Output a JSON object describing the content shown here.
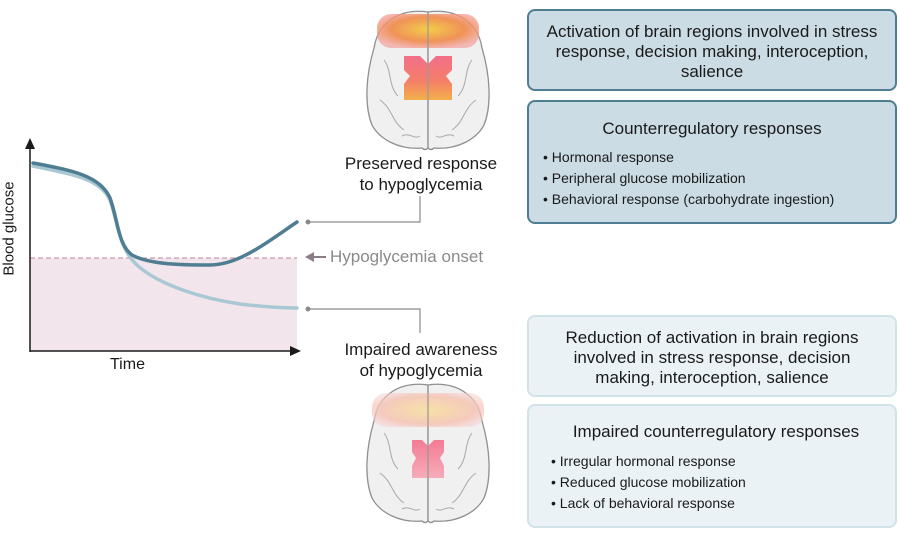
{
  "graph": {
    "y_label": "Blood glucose",
    "x_label": "Time",
    "threshold_label": "Hypoglycemia onset",
    "colors": {
      "preserved_curve": "#4f7d92",
      "impaired_curve": "#a9c8d3",
      "threshold_line": "#c79aae",
      "hypo_zone": "#f2e6ec",
      "threshold_text": "#8a8a8a"
    }
  },
  "preserved": {
    "label_line1": "Preserved response",
    "label_line2": "to hypoglycemia",
    "activation_box": "Activation of brain regions involved in stress response, decision making, interoception, salience",
    "counter_title": "Counterregulatory responses",
    "counter_items": [
      "Hormonal response",
      "Peripheral glucose mobilization",
      "Behavioral response (carbohydrate ingestion)"
    ]
  },
  "impaired": {
    "label_line1": "Impaired awareness",
    "label_line2": "of hypoglycemia",
    "activation_box": "Reduction of activation in brain regions involved in stress response, decision making, interoception, salience",
    "counter_title": "Impaired counterregulatory responses",
    "counter_items": [
      "Irregular hormonal response",
      "Reduced glucose mobilization",
      "Lack of behavioral response"
    ]
  }
}
